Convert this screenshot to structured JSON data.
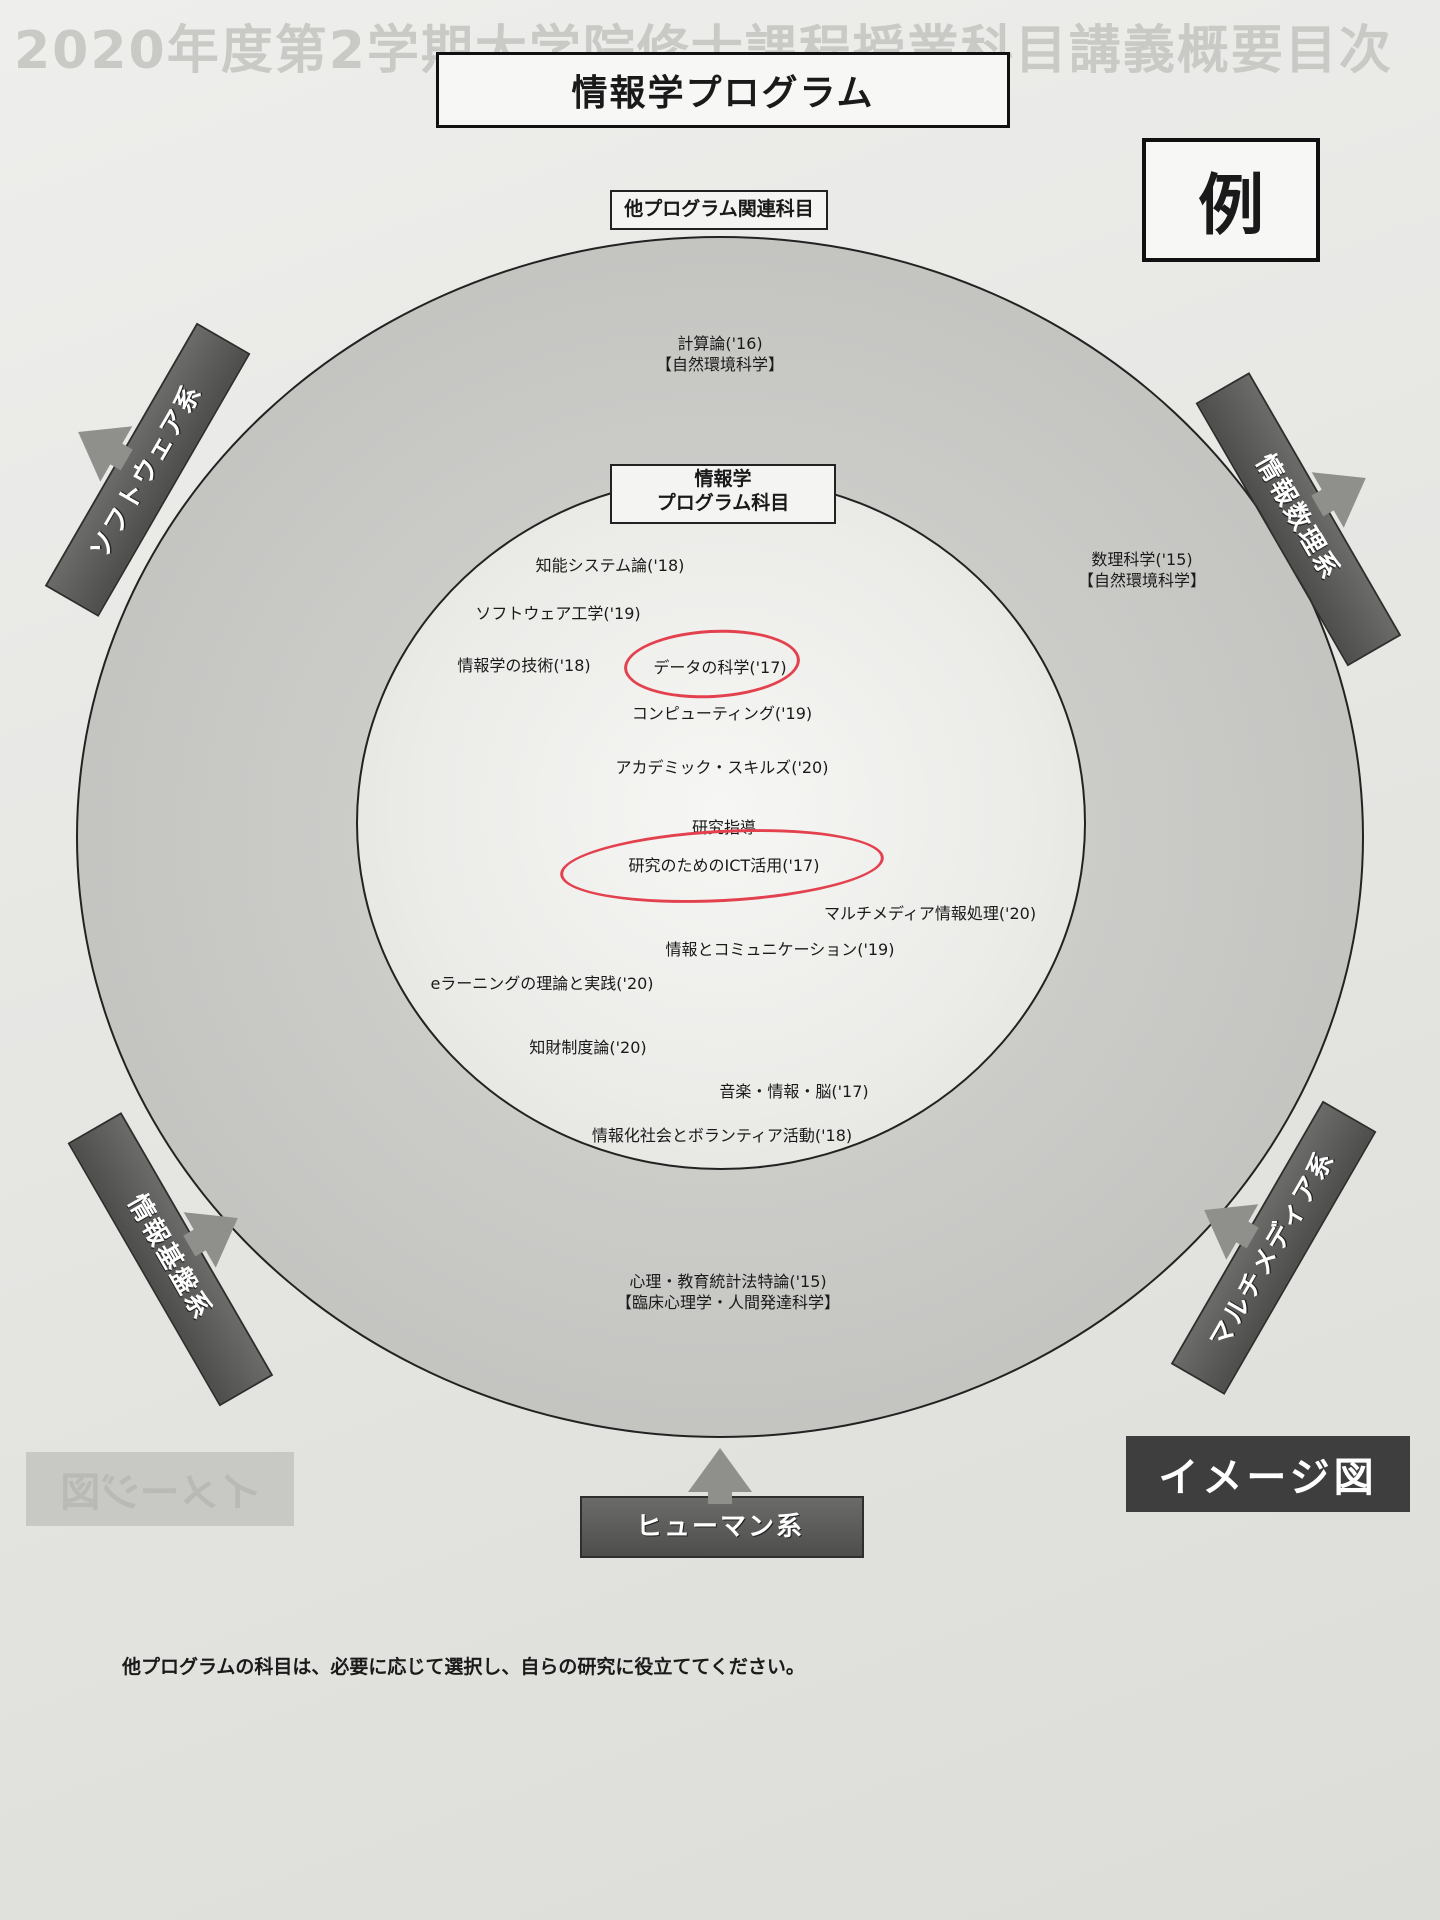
{
  "page": {
    "title": "情報学プログラム",
    "example_mark": "例",
    "image_label": "イメージ図",
    "footer_note": "他プログラムの科目は、必要に応じて選択し、自らの研究に役立ててください。",
    "bleed_title": "2020年度第2学期大学院修士課程授業科目講義概要目次"
  },
  "diagram": {
    "outer_ring_label": "他プログラム関連科目",
    "inner_ring_label_line1": "情報学",
    "inner_ring_label_line2": "プログラム科目",
    "outer_courses": [
      {
        "name": "計算論('16)",
        "sub": "【自然環境科学】"
      },
      {
        "name": "数理科学('15)",
        "sub": "【自然環境科学】"
      },
      {
        "name": "心理・教育統計法特論('15)",
        "sub": "【臨床心理学・人間発達科学】"
      }
    ],
    "inner_courses": [
      "知能システム論('18)",
      "ソフトウェア工学('19)",
      "情報学の技術('18)",
      "データの科学('17)",
      "コンピューティング('19)",
      "アカデミック・スキルズ('20)",
      "研究指導",
      "研究のためのICT活用('17)",
      "マルチメディア情報処理('20)",
      "情報とコミュニケーション('19)",
      "eラーニングの理論と実践('20)",
      "知財制度論('20)",
      "音楽・情報・脳('17)",
      "情報化社会とボランティア活動('18)"
    ],
    "systems": {
      "software": "ソフトウェア系",
      "math": "情報数理系",
      "foundation": "情報基盤系",
      "multimedia": "マルチメディア系",
      "human": "ヒューマン系"
    },
    "highlight_color": "#e4414e"
  }
}
